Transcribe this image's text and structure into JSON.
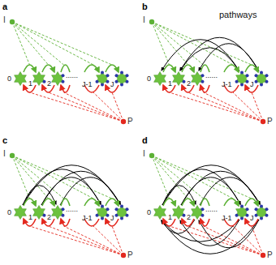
{
  "diagram": {
    "labels": [
      "a",
      "I",
      "0",
      "1",
      "2",
      "......",
      "J-1",
      "J",
      "P",
      "b",
      "I",
      "0",
      "1",
      "2",
      "......",
      "J-1",
      "J",
      "P",
      "pathways",
      "c",
      "I",
      "0",
      "1",
      "2",
      "......",
      "J-1",
      "J",
      "P",
      "d",
      "I",
      "0",
      "1",
      "2",
      "......",
      "J-1",
      "J",
      "P"
    ]
  }
}
